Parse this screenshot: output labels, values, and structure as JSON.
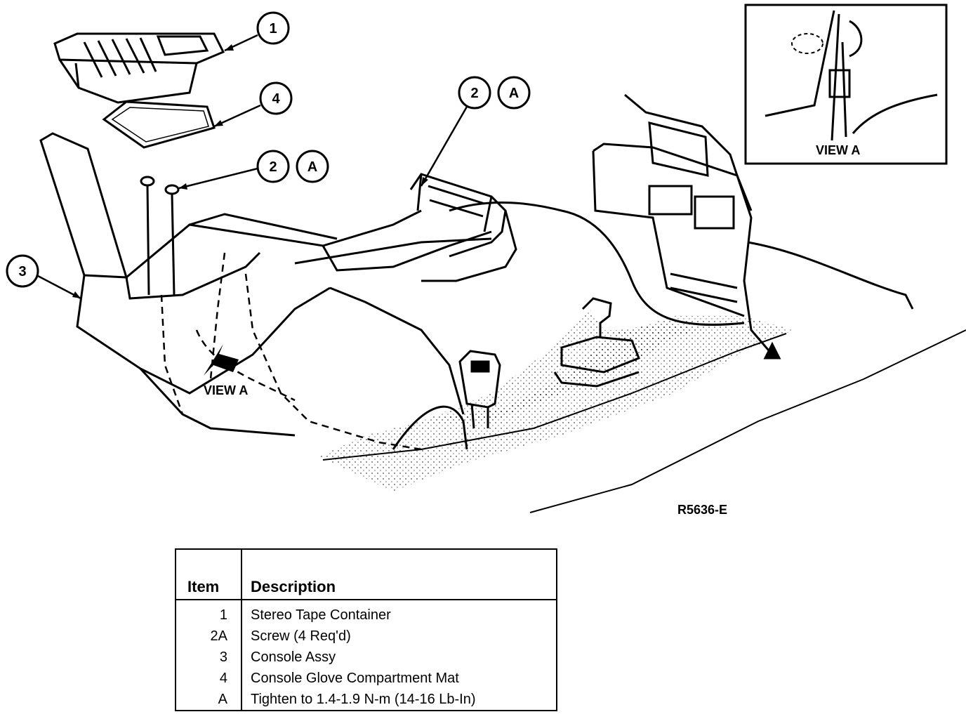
{
  "figure_id": "R5636-E",
  "view_label": "VIEW A",
  "inset_label": "VIEW A",
  "callouts": [
    {
      "id": "c1",
      "label": "1"
    },
    {
      "id": "c4",
      "label": "4"
    },
    {
      "id": "c2a_top",
      "label": "2",
      "sub": "A"
    },
    {
      "id": "c2a_mid",
      "label": "2",
      "sub": "A"
    },
    {
      "id": "c3",
      "label": "3"
    }
  ],
  "table": {
    "headers": {
      "item": "Item",
      "description": "Description"
    },
    "rows": [
      {
        "item": "1",
        "description": "Stereo Tape Container"
      },
      {
        "item": "2A",
        "description": "Screw (4 Req'd)"
      },
      {
        "item": "3",
        "description": "Console Assy"
      },
      {
        "item": "4",
        "description": "Console Glove Compartment Mat"
      },
      {
        "item": "A",
        "description": "Tighten to 1.4-1.9 N-m (14-16 Lb-In)"
      }
    ]
  }
}
